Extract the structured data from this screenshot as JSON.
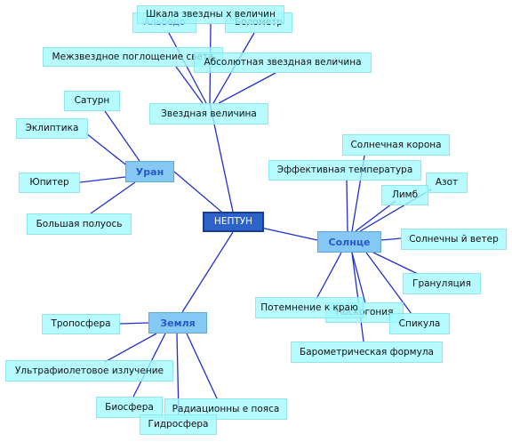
{
  "root": {
    "label": "НЕПТУН"
  },
  "hubs": {
    "uranus": "Уран",
    "earth": "Земля",
    "sun": "Солнце"
  },
  "magnitude_group": {
    "main": "Звездная величина",
    "items": [
      "Шкала звездны х величин",
      "Альбедо",
      "Болометр",
      "Межзвездное поглощение света",
      "Абсолютная звездная величина"
    ]
  },
  "uranus_items": [
    "Сатурн",
    "Эклиптика",
    "Юпитер",
    "Большая полуось"
  ],
  "earth_items": [
    "Тропосфера",
    "Ультрафиолетовое излучение",
    "Биосфера",
    "Радиационны е пояса",
    "Гидросфера"
  ],
  "sun_items": [
    "Солнечная корона",
    "Эффективная температура",
    "Азот",
    "Лимб",
    "Солнечны й ветер",
    "Грануляция",
    "Потемнение к краю",
    "Носкогония",
    "Спикула",
    "Барометрическая формула"
  ],
  "colors": {
    "edge": "#1f2fd0",
    "leaf_fill": "#a0faff",
    "hub_fill": "#86c8f4",
    "root_fill": "#2d63c8"
  }
}
